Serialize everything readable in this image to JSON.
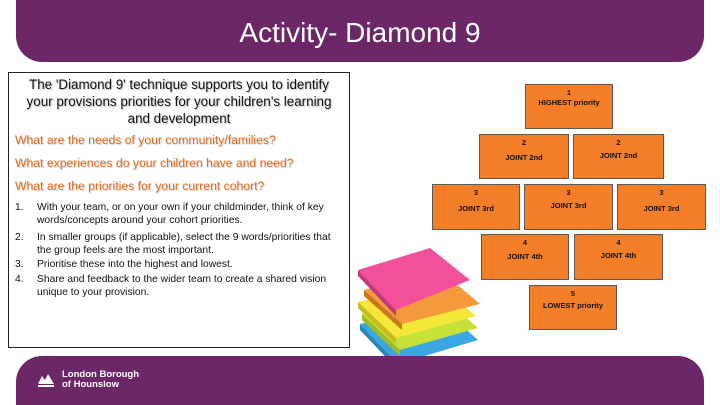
{
  "slide": {
    "title": "Activity- Diamond 9",
    "intro": "The 'Diamond 9' technique supports you to identify your provisions priorities for your children’s learning and development",
    "questions": [
      "What are the needs of your community/families?",
      "What experiences do your children have and need?",
      "What are the priorities for your current cohort?"
    ],
    "steps": [
      {
        "num": "1.",
        "text": "With your team, or on your own if your childminder, think of key words/concepts around your cohort priorities."
      },
      {
        "num": "2.",
        "text": "In smaller groups (if applicable), select the 9 words/priorities that the group feels are the most important."
      },
      {
        "num": "3.",
        "text": "Prioritise these into the highest and lowest."
      },
      {
        "num": "4.",
        "text": "Share and feedback to the wider team to create a shared vision unique to your provision."
      }
    ]
  },
  "diamond": {
    "boxes": [
      {
        "rank": "1",
        "label": "HIGHEST priority"
      },
      {
        "rank": "2",
        "label": "JOINT 2nd"
      },
      {
        "rank": "2",
        "label": "JOINT 2nd"
      },
      {
        "rank": "3",
        "label": "JOINT 3rd"
      },
      {
        "rank": "3",
        "label": "JOINT 3rd"
      },
      {
        "rank": "3",
        "label": "JOINT 3rd"
      },
      {
        "rank": "4",
        "label": "JOINT 4th"
      },
      {
        "rank": "4",
        "label": "JOINT 4th"
      },
      {
        "rank": "5",
        "label": "LOWEST priority"
      }
    ]
  },
  "footer": {
    "org_line1": "London Borough",
    "org_line2": "of Hounslow"
  },
  "colors": {
    "brand_purple": "#6b2767",
    "question_orange": "#e36c1b",
    "box_orange": "#f57e28"
  },
  "icons": {
    "logo": "hounslow-crest-icon",
    "notes": "sticky-notes-stack-icon"
  }
}
